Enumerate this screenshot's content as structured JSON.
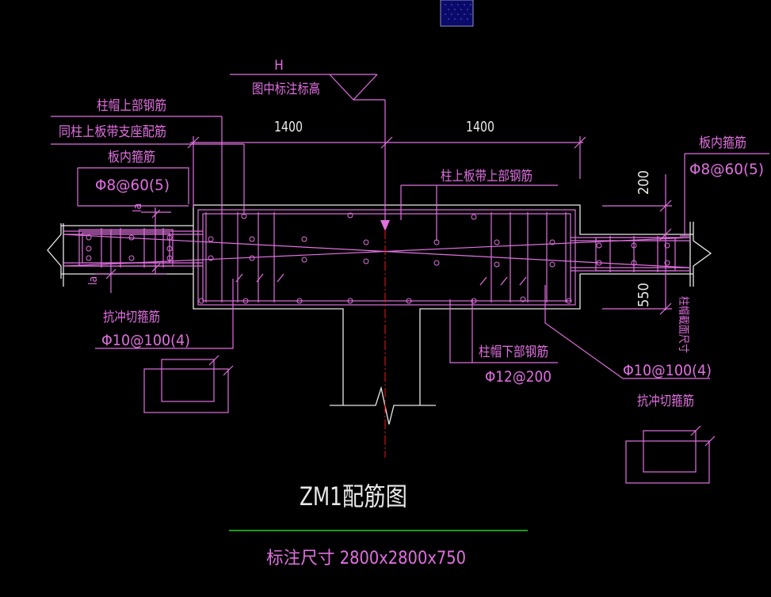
{
  "colors": {
    "background": "#000000",
    "rebar_magenta": "#e070e0",
    "outline_white": "#e8e8e8",
    "centerline_red": "#e02020",
    "title_underline_green": "#20d020",
    "navy_tile": "#0a0a6a"
  },
  "labels": {
    "elevation_mark": "H",
    "elevation_note": "图中标注标高",
    "cap_top_rebar": "柱帽上部钢筋",
    "same_as_support": "同柱上板带支座配筋",
    "slab_stirrup_left": "板内箍筋",
    "stirrup_spec_left": "Φ8@60(5)",
    "dim_left_1400": "1400",
    "dim_right_1400": "1400",
    "column_strip_top": "柱上板带上部钢筋",
    "slab_stirrup_right": "板内箍筋",
    "stirrup_spec_right": "Φ8@60(5)",
    "dim_200": "200",
    "dim_550": "550",
    "la_top": "la",
    "la_bottom": "la",
    "punching_left": "抗冲切箍筋",
    "punching_spec_left": "Φ10@100(4)",
    "cap_bottom_rebar": "柱帽下部钢筋",
    "cap_bottom_spec": "Φ12@200",
    "punching_spec_right": "Φ10@100(4)",
    "punching_right": "抗冲切箍筋",
    "cap_size_vertical": "柱帽截面尺寸",
    "title": "ZM1配筋图",
    "annotation_size": "标注尺寸 2800x2800x750"
  }
}
